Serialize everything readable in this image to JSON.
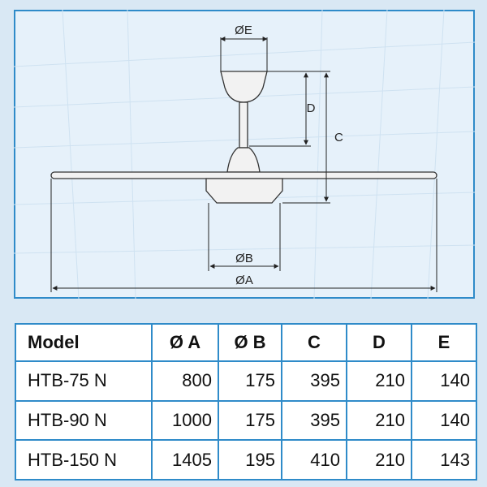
{
  "diagram": {
    "dimension_labels": {
      "E": "ØE",
      "D": "D",
      "C": "C",
      "B": "ØB",
      "A": "ØA"
    },
    "colors": {
      "background": "#e6f1fa",
      "border": "#2f8bc9",
      "lines": "#333333",
      "fan_fill": "#f2f2f2"
    }
  },
  "table": {
    "headers": [
      "Model",
      "Ø A",
      "Ø B",
      "C",
      "D",
      "E"
    ],
    "rows": [
      [
        "HTB-75 N",
        "800",
        "175",
        "395",
        "210",
        "140"
      ],
      [
        "HTB-90 N",
        "1000",
        "175",
        "395",
        "210",
        "140"
      ],
      [
        "HTB-150 N",
        "1405",
        "195",
        "410",
        "210",
        "143"
      ]
    ]
  }
}
